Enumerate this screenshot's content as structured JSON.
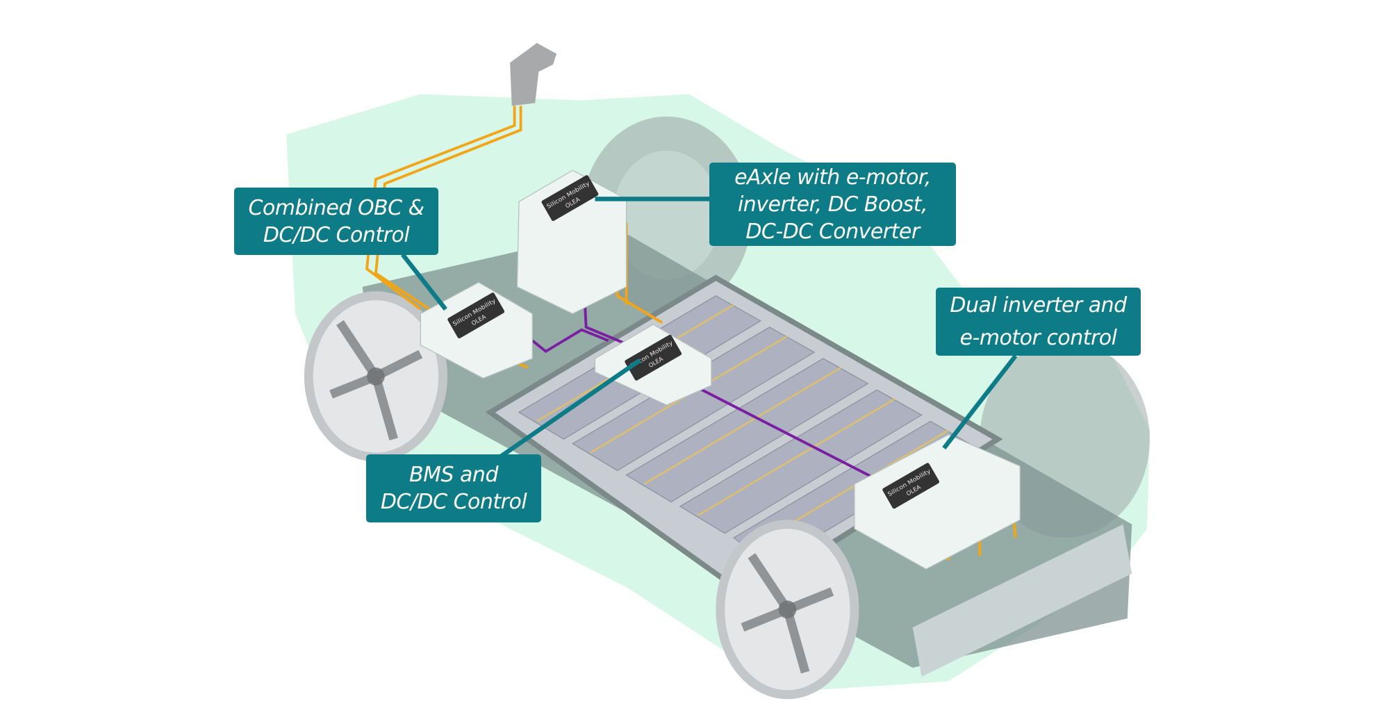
{
  "callouts": {
    "obc": {
      "lines": [
        "Combined OBC &",
        "DC/DC Control"
      ]
    },
    "eaxle": {
      "lines": [
        "eAxle with e-motor,",
        "inverter, DC Boost,",
        "DC-DC Converter"
      ]
    },
    "dual_inverter": {
      "lines": [
        "Dual inverter and",
        "e-motor control"
      ]
    },
    "bms": {
      "lines": [
        "BMS and",
        "DC/DC Control"
      ]
    }
  },
  "chip_marking": {
    "brand": "Silicon Mobility",
    "product": "OLEA"
  },
  "colors": {
    "callout": "#0e7c86",
    "car_body": "#d3f6e6",
    "power_wire": "#f2a516",
    "signal_wire": "#7a1fa2",
    "chassis": "#8fa3a1",
    "battery": "#b9bcc8"
  }
}
